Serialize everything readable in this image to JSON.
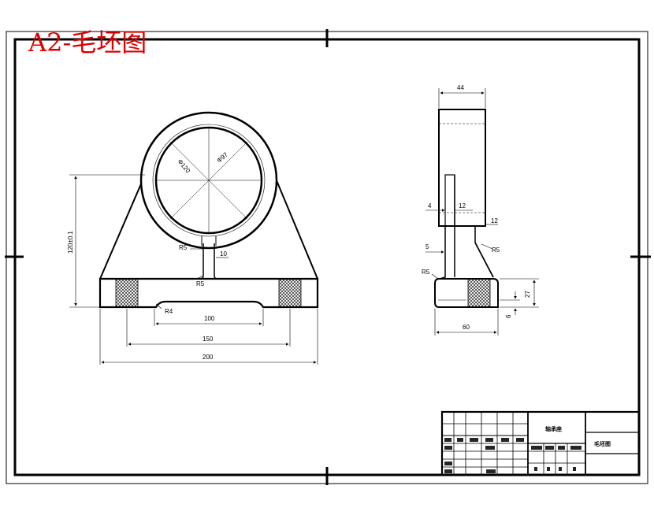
{
  "title": "A2-毛坯图",
  "front_view": {
    "dims": {
      "outer_dia": "Φ120",
      "inner_dia": "Φ97",
      "height": "120±0.1",
      "slot_width": "10",
      "fillet_top": "R5",
      "fillet_bottom": "R5",
      "relief_radius": "R4",
      "relief_width": "100",
      "hole_span": "150",
      "total_width": "200"
    }
  },
  "side_view": {
    "dims": {
      "top_width": "44",
      "slot_offset": "4",
      "slot_width": "12",
      "web_offset": "12",
      "step": "5",
      "fillet_right": "R5",
      "fillet_left": "R5",
      "base_height": "27",
      "base_step": "6",
      "base_width": "60"
    }
  },
  "title_block": {
    "part_name": "轴承座",
    "drawing_no": "毛坯图"
  }
}
